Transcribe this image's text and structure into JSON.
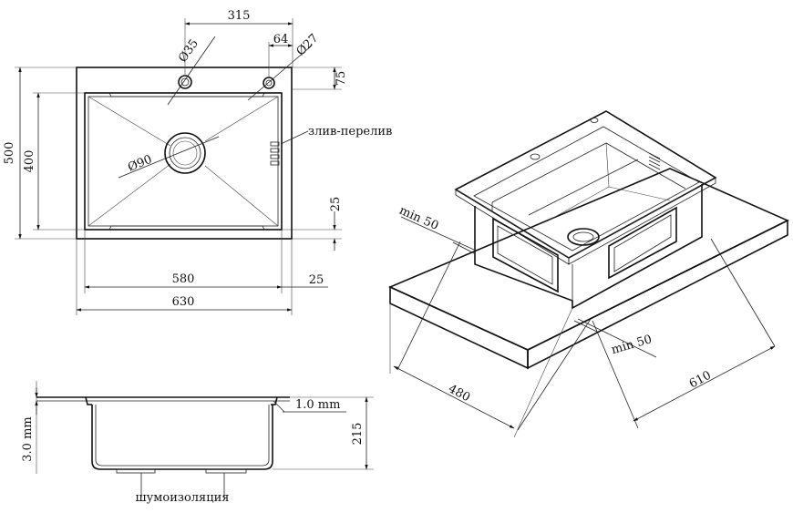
{
  "top_view": {
    "dim_width_holes": "315",
    "dim_hole1": "Ø35",
    "dim_offset": "64",
    "dim_hole2": "Ø27",
    "dim_top_margin": "75",
    "dim_total_height": "500",
    "dim_inner_height": "400",
    "dim_drain": "Ø90",
    "label_overflow": "злив-перелив",
    "dim_bottom_margin": "25",
    "dim_inner_width": "580",
    "dim_side_margin": "25",
    "dim_total_width": "630"
  },
  "section_view": {
    "dim_thickness_side": "3.0 mm",
    "dim_thickness_top": "1.0 mm",
    "dim_depth": "215",
    "label_insulation": "шумоизоляция"
  },
  "iso_view": {
    "dim_min_left": "min 50",
    "dim_min_right": "min 50",
    "dim_depth": "480",
    "dim_width": "610"
  }
}
